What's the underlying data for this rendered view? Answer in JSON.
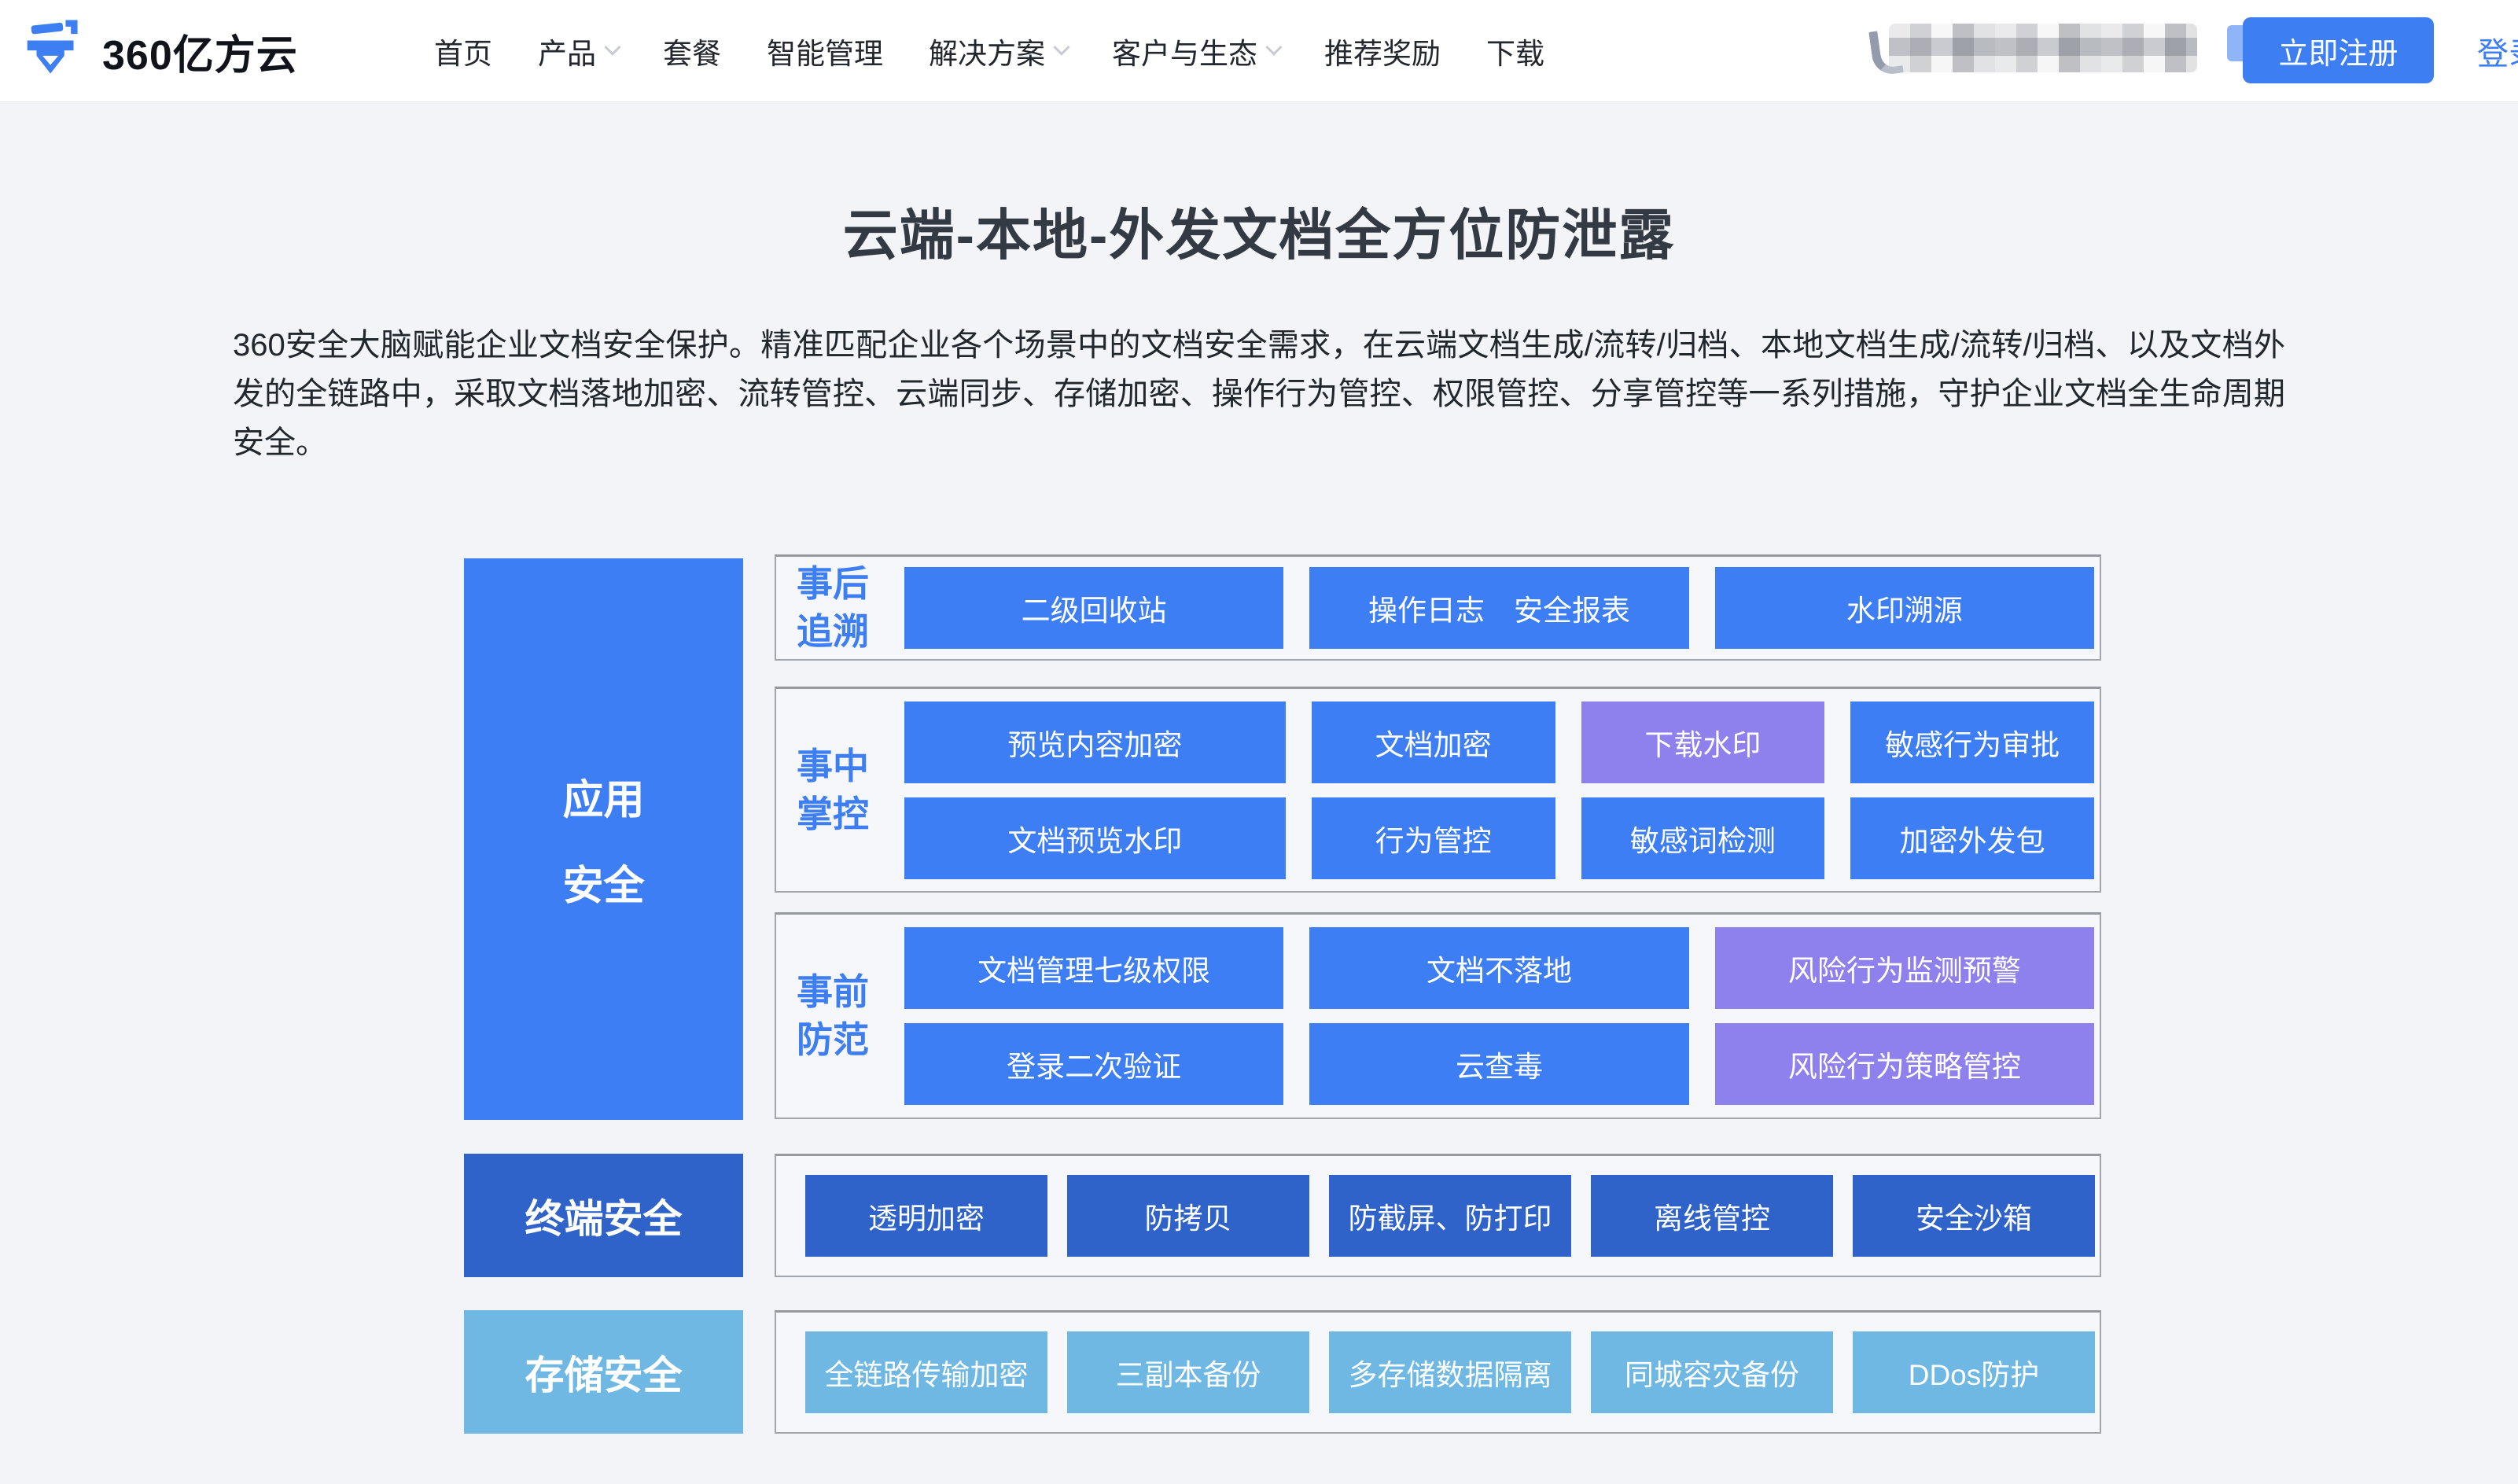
{
  "header": {
    "logo_text": "360亿方云",
    "nav": [
      {
        "label": "首页"
      },
      {
        "label": "产品"
      },
      {
        "label": "套餐"
      },
      {
        "label": "智能管理"
      },
      {
        "label": "解决方案"
      },
      {
        "label": "客户与生态"
      },
      {
        "label": "推荐奖励"
      },
      {
        "label": "下载"
      }
    ],
    "register_label": "立即注册",
    "login_label": "登录"
  },
  "hero": {
    "title": "云端-本地-外发文档全方位防泄露",
    "description": "360安全大脑赋能企业文档安全保护。精准匹配企业各个场景中的文档安全需求，在云端文档生成/流转/归档、本地文档生成/流转/归档、以及文档外发的全链路中，采取文档落地加密、流转管控、云端同步、存储加密、操作行为管控、权限管控、分享管控等一系列措施，守护企业文档全生命周期安全。"
  },
  "diagram": {
    "colors": {
      "blue": "#3E7EF4",
      "purple": "#8E80ED",
      "dark": "#2F63CA",
      "light": "#6FB8E3",
      "accent": "#3D7EF2"
    },
    "app": {
      "line1": "应用",
      "line2": "安全"
    },
    "groups": [
      {
        "label_line1": "事后",
        "label_line2": "追溯",
        "rows": [
          [
            {
              "t": "二级回收站",
              "v": "blue"
            },
            {
              "t": "操作日志　安全报表",
              "v": "blue"
            },
            {
              "t": "水印溯源",
              "v": "blue"
            }
          ]
        ]
      },
      {
        "label_line1": "事中",
        "label_line2": "掌控",
        "rows": [
          [
            {
              "t": "预览内容加密",
              "v": "blue"
            },
            {
              "t": "文档加密",
              "v": "blue"
            },
            {
              "t": "下载水印",
              "v": "purple"
            },
            {
              "t": "敏感行为审批",
              "v": "blue"
            }
          ],
          [
            {
              "t": "文档预览水印",
              "v": "blue"
            },
            {
              "t": "行为管控",
              "v": "blue"
            },
            {
              "t": "敏感词检测",
              "v": "blue"
            },
            {
              "t": "加密外发包",
              "v": "blue"
            }
          ]
        ]
      },
      {
        "label_line1": "事前",
        "label_line2": "防范",
        "rows": [
          [
            {
              "t": "文档管理七级权限",
              "v": "blue"
            },
            {
              "t": "文档不落地",
              "v": "blue"
            },
            {
              "t": "风险行为监测预警",
              "v": "purple"
            }
          ],
          [
            {
              "t": "登录二次验证",
              "v": "blue"
            },
            {
              "t": "云查毒",
              "v": "blue"
            },
            {
              "t": "风险行为策略管控",
              "v": "purple"
            }
          ]
        ]
      }
    ],
    "terminal": {
      "label": "终端安全",
      "tiles": [
        "透明加密",
        "防拷贝",
        "防截屏、防打印",
        "离线管控",
        "安全沙箱"
      ]
    },
    "storage": {
      "label": "存储安全",
      "tiles": [
        "全链路传输加密",
        "三副本备份",
        "多存储数据隔离",
        "同城容灾备份",
        "DDos防护"
      ]
    }
  }
}
